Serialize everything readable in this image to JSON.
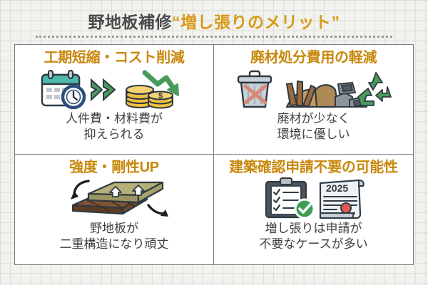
{
  "title": {
    "main": "野地板補修",
    "accent": "“増し張りのメリット”"
  },
  "colors": {
    "background": "#f2f2ef",
    "panel": "#ffffff",
    "border": "#7d7d7d",
    "title_main": "#4a4a4a",
    "title_accent": "#d99a16",
    "cell_title": "#c8880d",
    "body_text": "#3f3f3f",
    "calendar_teal": "#4db8ac",
    "clock_blue": "#2d4f7c",
    "arrow_green": "#4a9a5e",
    "coin_gold": "#f0c040",
    "trash_gray": "#c8d0d8",
    "x_red": "#d98878",
    "debris_tan": "#c79a5e",
    "board_top": "#b5b079",
    "board_bottom": "#7d5334",
    "clipboard_dark": "#4a5560",
    "check_green": "#3f9e54",
    "seal_red": "#e05a52"
  },
  "cells": [
    {
      "title": "工期短縮・コスト削減",
      "body_lines": [
        "人件費・材料費が",
        "抑えられる"
      ],
      "icons": [
        "calendar-icon",
        "clock-icon",
        "double-chevron-arrow-icon",
        "coin-stack-icon",
        "down-arrow-icon"
      ]
    },
    {
      "title": "廃材処分費用の軽減",
      "body_lines": [
        "廃材が少なく",
        "環境に優しい"
      ],
      "icons": [
        "trash-can-icon",
        "debris-pile-icon",
        "recycle-icon"
      ]
    },
    {
      "title": "強度・剛性UP",
      "body_lines": [
        "野地板が",
        "二重構造になり頑丈"
      ],
      "icons": [
        "layered-boards-icon",
        "curved-arrow-icon"
      ]
    },
    {
      "title": "建築確認申請不要の可能性",
      "body_lines": [
        "増し張りは申請が",
        "不要なケースが多い"
      ],
      "icons": [
        "clipboard-checklist-icon",
        "check-badge-icon",
        "document-scroll-icon"
      ],
      "document_year": "2025"
    }
  ]
}
